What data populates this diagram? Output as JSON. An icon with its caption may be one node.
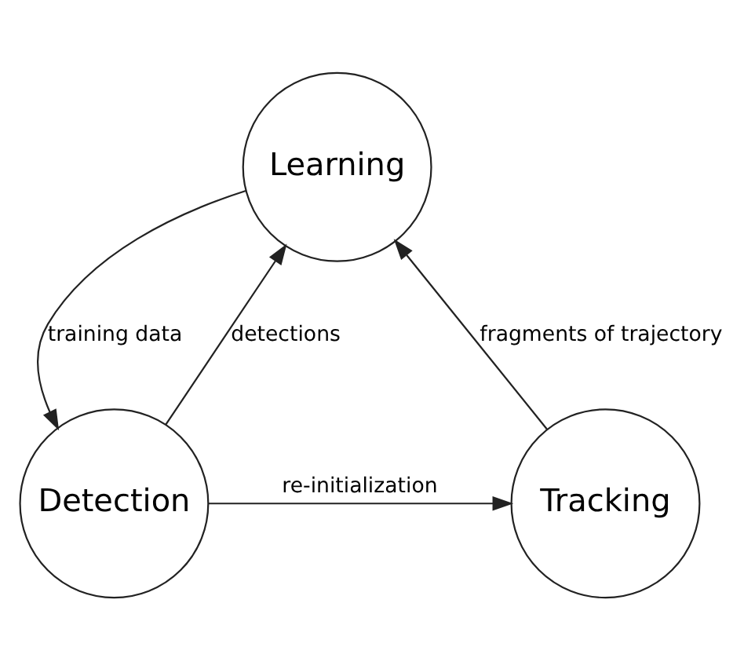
{
  "diagram": {
    "nodes": [
      {
        "text": [
          "Learning"
        ]
      },
      {
        "text": [
          "Tracking"
        ]
      },
      {
        "text": [
          "Detection"
        ]
      }
    ],
    "edges": [
      {
        "from": 1,
        "to": 0,
        "arrow": "to",
        "label": "fragments of trajectory"
      },
      {
        "from": 2,
        "to": 0,
        "arrow": "to",
        "label": "detections"
      },
      {
        "from": 0,
        "to": 2,
        "arrow": "to",
        "label": "training data"
      },
      {
        "from": 2,
        "to": 1,
        "arrow": "to",
        "label": "re-initialization"
      }
    ]
  }
}
